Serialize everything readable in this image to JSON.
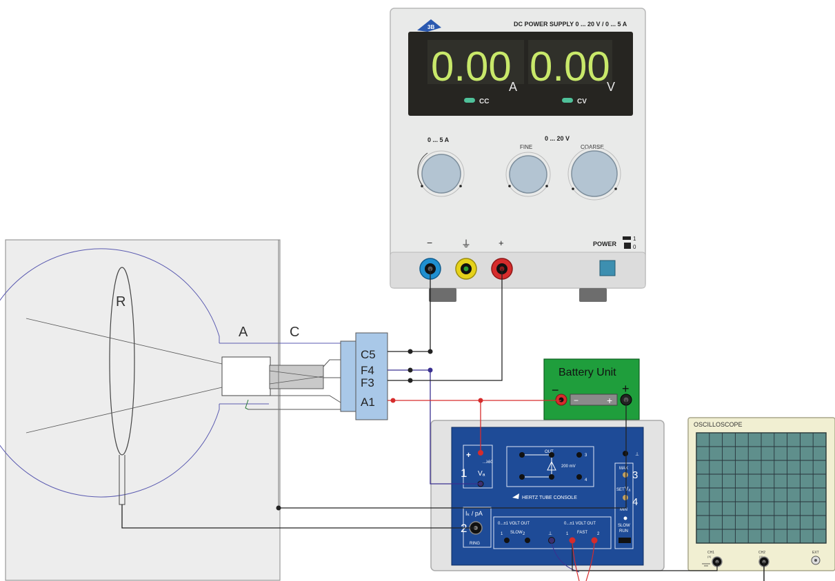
{
  "power_supply": {
    "title": "DC POWER SUPPLY 0 ... 20 V / 0 ... 5 A",
    "brand": "3B",
    "current_display": "0.00",
    "current_unit": "A",
    "voltage_display": "0.00",
    "voltage_unit": "V",
    "cc_label": "CC",
    "cv_label": "CV",
    "current_range": "0 ... 5 A",
    "voltage_range": "0 ... 20 V",
    "fine_label": "FINE",
    "coarse_label": "COARSE",
    "minus_label": "−",
    "ground_label": "⏚",
    "plus_label": "+",
    "power_label": "POWER",
    "power_on": "1",
    "power_off": "0",
    "colors": {
      "body": "#e9eae9",
      "display": "#262521",
      "digits": "#c8e86a",
      "knob": "#b3c4d2",
      "socket_blue": "#1f8fd0",
      "socket_yellow": "#e6d21a",
      "socket_red": "#d62c2c",
      "power_button": "#3d8fb0"
    }
  },
  "tube": {
    "label_r": "R",
    "label_a": "A",
    "label_c": "C",
    "terminals": [
      "C5",
      "F4",
      "F3",
      "A1"
    ],
    "colors": {
      "panel": "#ededed",
      "connector": "#a9c8e8"
    }
  },
  "battery": {
    "title": "Battery Unit",
    "minus": "−",
    "plus": "+",
    "colors": {
      "body": "#1f9e3c"
    }
  },
  "console": {
    "title": "HERTZ TUBE CONSOLE",
    "ch1_plus": "+",
    "ch1_range": "...λ60",
    "ch1_num": "1",
    "ch1_label": "Vₐ",
    "out_label": "OUT",
    "mv_label": "200 mV",
    "out_num3": "3",
    "out_num4": "4",
    "ch2_label": "Iₖ / pA",
    "ch2_num": "2",
    "ring_label": "RING",
    "max_label": "MAX",
    "set_label": "SET",
    "va_label": "Vₐ",
    "num3": "3",
    "num4": "4",
    "min_label": "MIN",
    "slow_run": "SLOW",
    "run_label": "RUN",
    "slow_out": "0...±1 VOLT OUT",
    "slow_label": "SLOW",
    "fast_out": "0...±1 VOLT OUT",
    "fast_label": "FAST",
    "n1": "1",
    "n2": "2",
    "ground": "⊥",
    "colors": {
      "frame": "#e3e3e3",
      "panel": "#1e4b97"
    }
  },
  "oscilloscope": {
    "title": "OSCILLOSCOPE",
    "ch1": "CH1",
    "ch1_sub": "(X)",
    "ch2": "CH2",
    "ch2_sub": "(Y)",
    "ext": "EXT",
    "colors": {
      "body": "#f1efd2",
      "screen": "#5f8f8c",
      "grid": "#27333a"
    }
  }
}
